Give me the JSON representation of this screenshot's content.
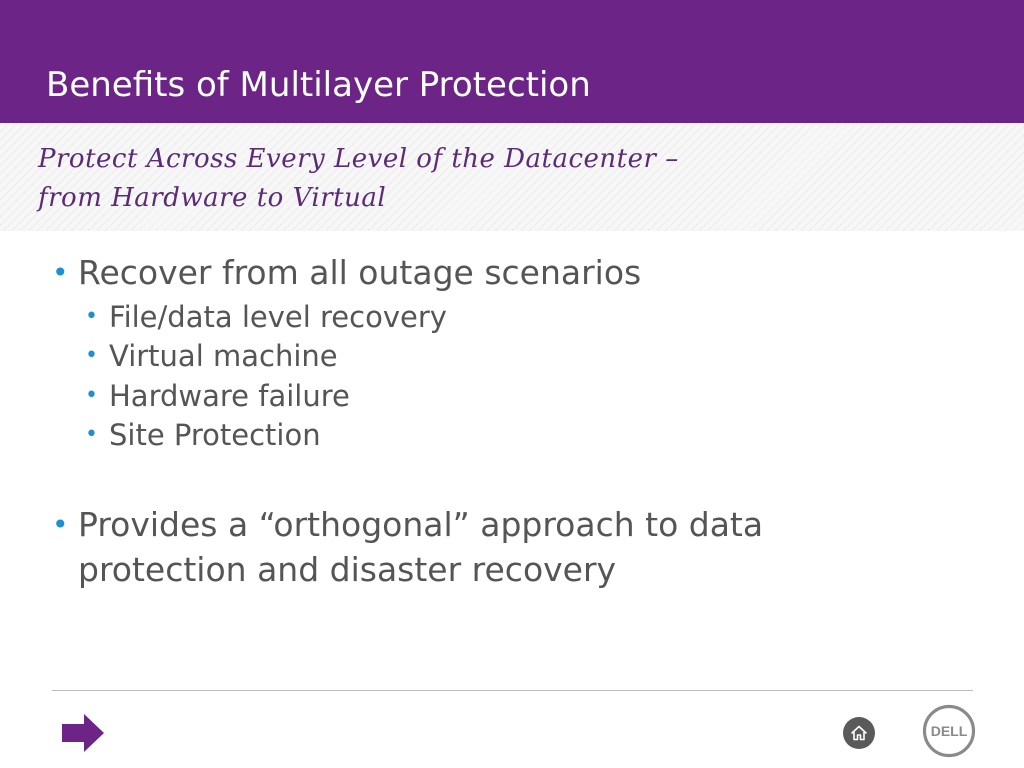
{
  "slide": {
    "title": "Benefits of Multilayer Protection",
    "tagline": {
      "line1": "Protect Across Every Level of the Datacenter –",
      "line2": "from Hardware to Virtual"
    },
    "bullets": [
      {
        "text": "Recover from all outage scenarios",
        "subitems": [
          "File/data level recovery",
          "Virtual machine",
          "Hardware failure",
          "Site Protection"
        ]
      },
      {
        "text_line1": "Provides a “orthogonal” approach to data",
        "text_line2": "protection and disaster recovery"
      }
    ],
    "bullet_char": "•"
  },
  "footer": {
    "next_icon": "right-arrow-icon",
    "home_icon": "home-icon",
    "logo_text": "DELL"
  },
  "colors": {
    "title_bar": "#6c2586",
    "tagline_text": "#5b2a78",
    "body_text": "#555555",
    "bullet": "#1f8fd1",
    "arrow": "#6c2586",
    "home_button": "#5a5a5a",
    "logo": "#8a8a8a"
  }
}
